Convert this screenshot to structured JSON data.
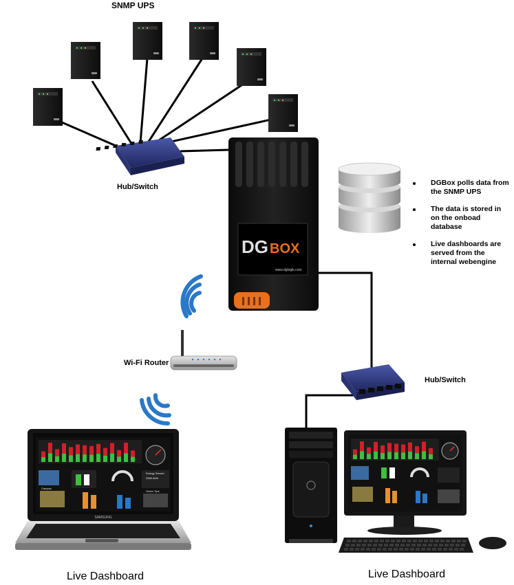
{
  "labels": {
    "snmp_ups": "SNMP UPS",
    "hub_switch_top": "Hub/Switch",
    "hub_switch_bottom": "Hub/Switch",
    "wifi_router": "Wi-Fi Router",
    "caption_left": "Live Dashboard",
    "caption_right": "Live Dashboard"
  },
  "dgbox": {
    "logo_dg": "DG",
    "logo_box": "BOX",
    "url": "www.dglogik.com"
  },
  "notes": [
    "DGBox polls data from the SNMP UPS",
    "The data is stored in on the onboad database",
    "Live dashboards are served from the internal webengine"
  ],
  "laptop": {
    "brand": "SAMSUNG"
  },
  "dashboard": {
    "energy_served": "Energy Served",
    "energy_value": "2565 kWh",
    "green_tips": "Green Tips",
    "campus": "Campus"
  },
  "colors": {
    "ups_body": "#1c1c1c",
    "switch_blue": "#2e3a78",
    "dgbox_body": "#141414",
    "dgbox_accent": "#e8701e",
    "wifi_blue": "#2a78c8",
    "database_grey": "#c8c8c8",
    "dashboard_bar_red": "#d0202a",
    "dashboard_bar_green": "#3fbf3f"
  }
}
